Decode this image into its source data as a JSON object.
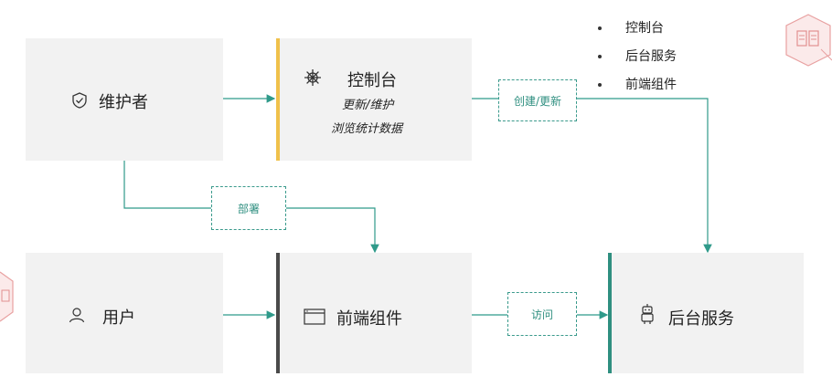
{
  "nodes": {
    "maintainer": {
      "label": "维护者",
      "icon": "shield-icon"
    },
    "console": {
      "label": "控制台",
      "sub1": "更新/维护",
      "sub2": "浏览统计数据",
      "icon": "helm-wheel-icon",
      "accent": "#f0c14b"
    },
    "user": {
      "label": "用户",
      "icon": "user-icon"
    },
    "frontend": {
      "label": "前端组件",
      "icon": "browser-window-icon",
      "accent": "#4a4a4a"
    },
    "backend": {
      "label": "后台服务",
      "icon": "robot-icon",
      "accent": "#2f8f80"
    }
  },
  "edge_labels": {
    "create_update": "创建/更新",
    "deploy": "部署",
    "visit": "访问"
  },
  "bullets": [
    "控制台",
    "后台服务",
    "前端组件"
  ],
  "colors": {
    "line": "#2f9a8a",
    "box": "#f2f2f2",
    "deco": "#e8a0a0"
  }
}
